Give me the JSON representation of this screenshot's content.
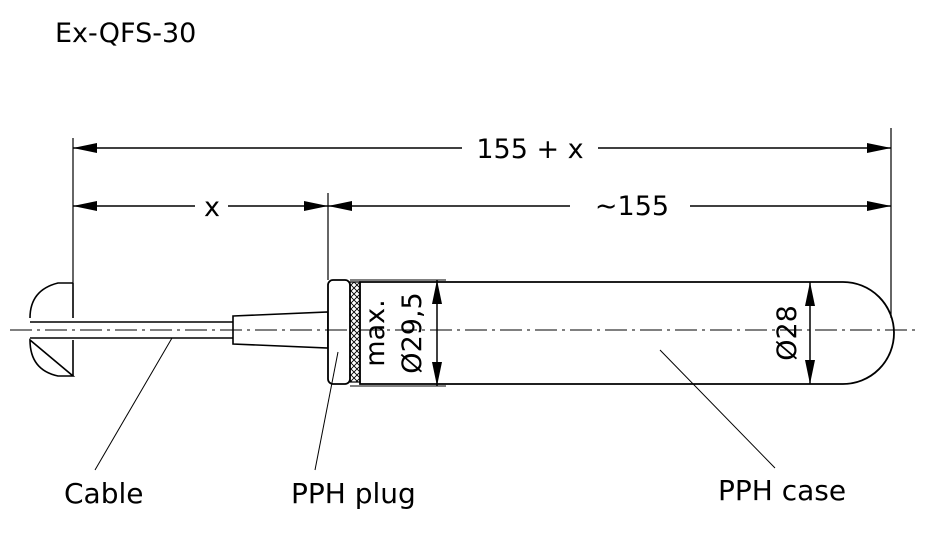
{
  "title": "Ex-QFS-30",
  "dimensions": {
    "overall": "155 + x",
    "cable_length": "x",
    "case_length": "∼155",
    "plug_diameter_prefix": "max.",
    "plug_diameter": "Ø29,5",
    "case_diameter": "Ø28"
  },
  "parts": {
    "cable": "Cable",
    "plug": "PPH plug",
    "case": "PPH case"
  }
}
